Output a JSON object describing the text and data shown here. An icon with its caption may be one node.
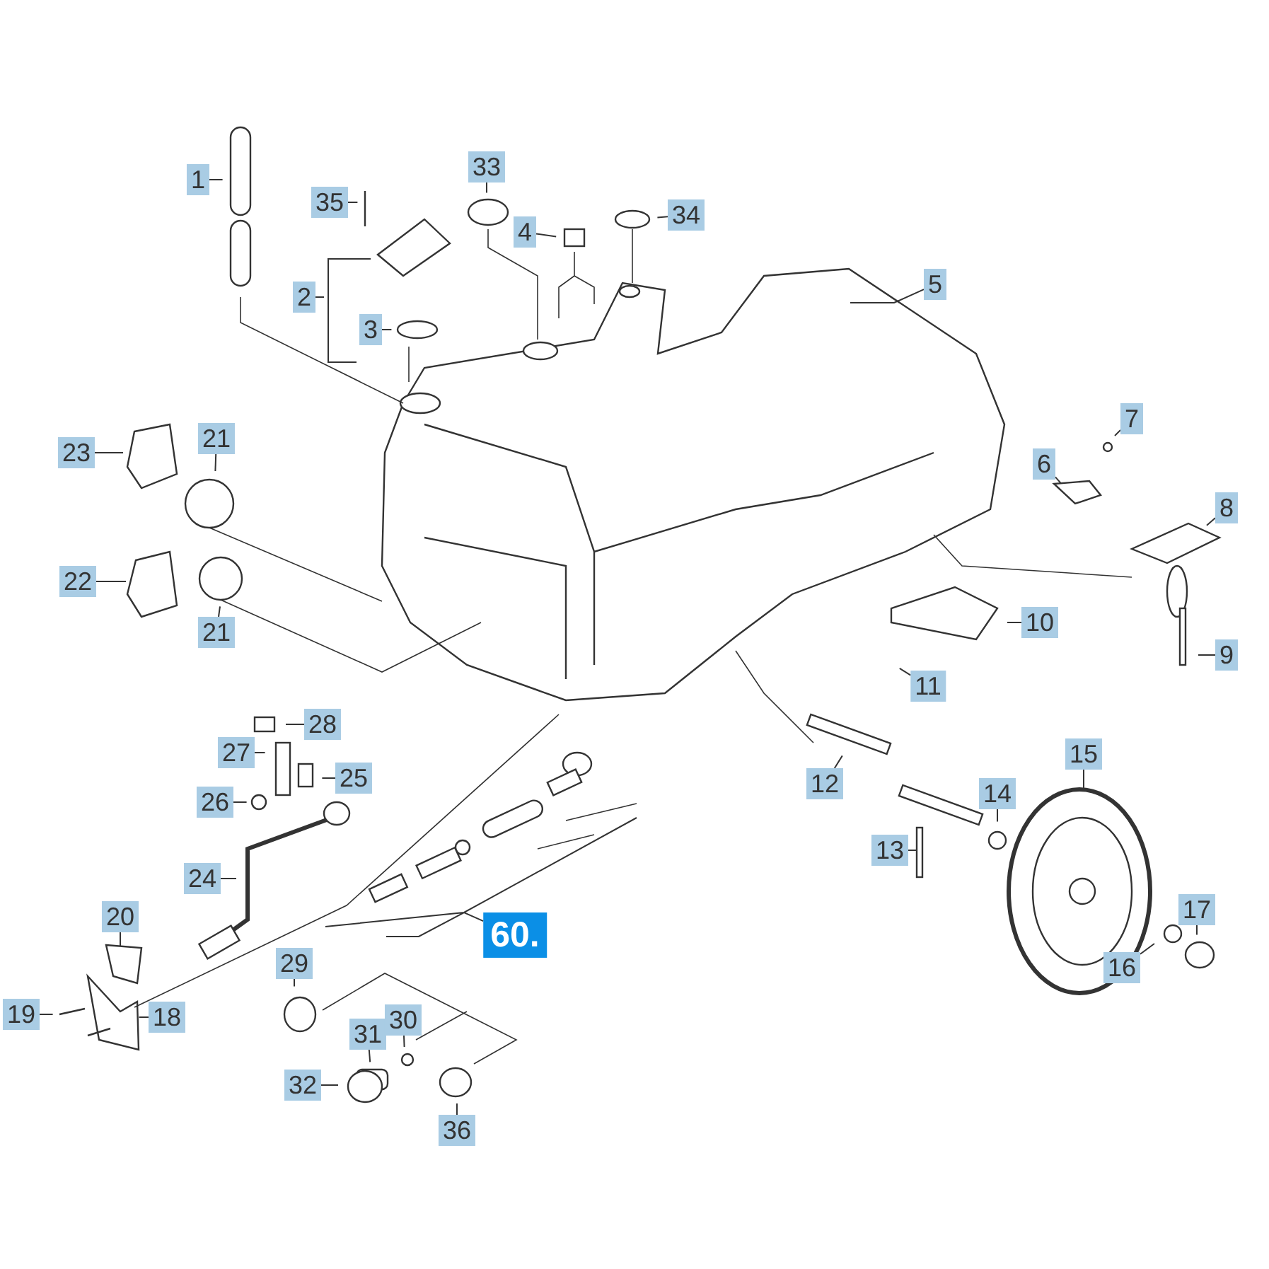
{
  "diagram": {
    "nodes": [
      {
        "text": [
          "1"
        ]
      },
      {
        "text": [
          "35"
        ]
      },
      {
        "text": [
          "33"
        ]
      },
      {
        "text": [
          "4"
        ]
      },
      {
        "text": [
          "34"
        ]
      },
      {
        "text": [
          "5"
        ]
      },
      {
        "text": [
          "2"
        ]
      },
      {
        "text": [
          "3"
        ]
      },
      {
        "text": [
          "23"
        ]
      },
      {
        "text": [
          "21"
        ]
      },
      {
        "text": [
          "7"
        ]
      },
      {
        "text": [
          "6"
        ]
      },
      {
        "text": [
          "8"
        ]
      },
      {
        "text": [
          "22"
        ]
      },
      {
        "text": [
          "21"
        ]
      },
      {
        "text": [
          "10"
        ]
      },
      {
        "text": [
          "9"
        ]
      },
      {
        "text": [
          "11"
        ]
      },
      {
        "text": [
          "28"
        ]
      },
      {
        "text": [
          "27"
        ]
      },
      {
        "text": [
          "15"
        ]
      },
      {
        "text": [
          "12"
        ]
      },
      {
        "text": [
          "14"
        ]
      },
      {
        "text": [
          "25"
        ]
      },
      {
        "text": [
          "26"
        ]
      },
      {
        "text": [
          "13"
        ]
      },
      {
        "text": [
          "17"
        ]
      },
      {
        "text": [
          "24"
        ]
      },
      {
        "text": [
          "60."
        ]
      },
      {
        "text": [
          "20"
        ]
      },
      {
        "text": [
          "16"
        ]
      },
      {
        "text": [
          "29"
        ]
      },
      {
        "text": [
          "19"
        ]
      },
      {
        "text": [
          "18"
        ]
      },
      {
        "text": [
          "31"
        ]
      },
      {
        "text": [
          "30"
        ]
      },
      {
        "text": [
          "32"
        ]
      },
      {
        "text": [
          "36"
        ]
      }
    ],
    "edges": [
      {
        "from": 0,
        "to": null,
        "arrow": "none"
      },
      {
        "from": 1,
        "to": null,
        "arrow": "none"
      },
      {
        "from": 2,
        "to": null,
        "arrow": "none"
      },
      {
        "from": 3,
        "to": null,
        "arrow": "none"
      },
      {
        "from": 4,
        "to": null,
        "arrow": "none"
      },
      {
        "from": 5,
        "to": null,
        "arrow": "none"
      },
      {
        "from": 6,
        "to": null,
        "arrow": "none"
      },
      {
        "from": 7,
        "to": null,
        "arrow": "none"
      },
      {
        "from": 8,
        "to": null,
        "arrow": "none"
      },
      {
        "from": 9,
        "to": null,
        "arrow": "none"
      },
      {
        "from": 10,
        "to": null,
        "arrow": "none"
      },
      {
        "from": 11,
        "to": null,
        "arrow": "none"
      },
      {
        "from": 12,
        "to": null,
        "arrow": "none"
      },
      {
        "from": 13,
        "to": null,
        "arrow": "none"
      },
      {
        "from": 14,
        "to": null,
        "arrow": "none"
      },
      {
        "from": 15,
        "to": null,
        "arrow": "none"
      },
      {
        "from": 16,
        "to": null,
        "arrow": "none"
      },
      {
        "from": 17,
        "to": null,
        "arrow": "none"
      },
      {
        "from": 18,
        "to": null,
        "arrow": "none"
      },
      {
        "from": 19,
        "to": null,
        "arrow": "none"
      },
      {
        "from": 20,
        "to": null,
        "arrow": "none"
      },
      {
        "from": 21,
        "to": null,
        "arrow": "none"
      },
      {
        "from": 22,
        "to": null,
        "arrow": "none"
      },
      {
        "from": 23,
        "to": null,
        "arrow": "none"
      },
      {
        "from": 24,
        "to": null,
        "arrow": "none"
      },
      {
        "from": 25,
        "to": null,
        "arrow": "none"
      },
      {
        "from": 26,
        "to": null,
        "arrow": "none"
      },
      {
        "from": 27,
        "to": null,
        "arrow": "none"
      },
      {
        "from": 28,
        "to": null,
        "arrow": "none"
      },
      {
        "from": 29,
        "to": null,
        "arrow": "none"
      },
      {
        "from": 30,
        "to": null,
        "arrow": "none"
      },
      {
        "from": 31,
        "to": null,
        "arrow": "none"
      },
      {
        "from": 32,
        "to": null,
        "arrow": "none"
      },
      {
        "from": 33,
        "to": null,
        "arrow": "none"
      },
      {
        "from": 34,
        "to": null,
        "arrow": "none"
      },
      {
        "from": 35,
        "to": null,
        "arrow": "none"
      },
      {
        "from": 36,
        "to": null,
        "arrow": "none"
      },
      {
        "from": 37,
        "to": null,
        "arrow": "none"
      }
    ]
  }
}
